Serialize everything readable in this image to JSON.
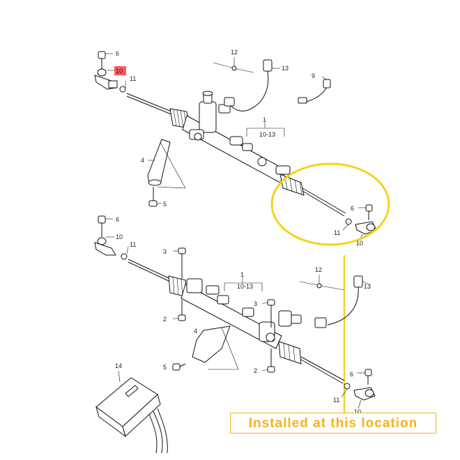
{
  "labels": {
    "top_6": "6",
    "top_10": "10",
    "top_11": "11",
    "top_12": "12",
    "top_13": "13",
    "top_9": "9",
    "top_1": "1",
    "top_1013": "10-13",
    "top_4": "4",
    "top_5": "5",
    "top_r6": "6",
    "top_r11": "11",
    "top_r10": "10",
    "bot_6": "6",
    "bot_10": "10",
    "bot_11": "11",
    "bot_3a": "3",
    "bot_1": "1",
    "bot_1013": "10-13",
    "bot_12": "12",
    "bot_13": "13",
    "bot_3b": "3",
    "bot_2a": "2",
    "bot_4": "4",
    "bot_5": "5",
    "bot_2b": "2",
    "bot_r6": "6",
    "bot_r11": "11",
    "bot_r10": "10",
    "bot_14": "14"
  },
  "caption": {
    "text": "Installed at this location"
  },
  "colors": {
    "highlight": "#f5b21b",
    "badge": "#ff5a5a",
    "ink": "#111111"
  }
}
